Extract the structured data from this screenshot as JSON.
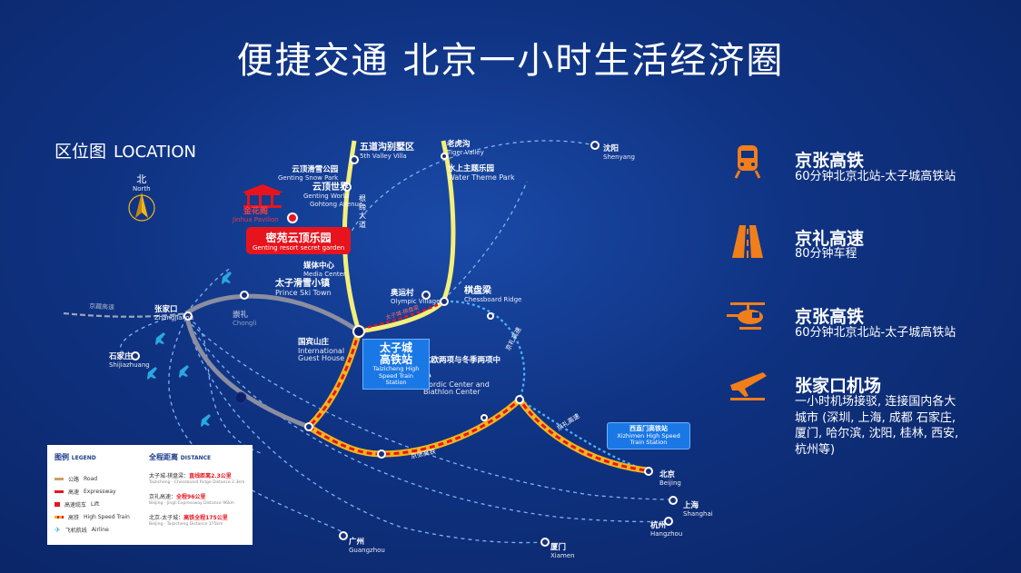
{
  "title": "便捷交通  北京一小时生活经济圈",
  "location_header": {
    "cn": "区位图",
    "en": "LOCATION"
  },
  "compass": {
    "cn": "北",
    "en": "North"
  },
  "places": {
    "wudaogou": {
      "cn": "五道沟别墅区",
      "en": "5th Valley Villa"
    },
    "laohugou": {
      "cn": "老虎沟",
      "en": "Tiger Valley"
    },
    "shuishang": {
      "cn": "水上主题乐园",
      "en": "Water Theme Park"
    },
    "shenyang": {
      "cn": "沈阳",
      "en": "Shenyang"
    },
    "snowpark": {
      "cn": "云顶滑雪公园",
      "en": "Genting Snow Park"
    },
    "gentingworld": {
      "cn": "云顶世界",
      "en": "Genting World"
    },
    "avenue": {
      "cn": "根缔大道",
      "en": "Gohtong Avenue"
    },
    "jinhua": {
      "cn": "金花阁",
      "en": "Jinhua Pavilion"
    },
    "media": {
      "cn": "媒体中心",
      "en": "Media Center"
    },
    "prince": {
      "cn": "太子滑雪小镇",
      "en": "Prince Ski Town"
    },
    "olympic": {
      "cn": "奥运村",
      "en": "Olympic Village"
    },
    "qipanliang": {
      "cn": "棋盘梁",
      "en": "Chessboard Ridge"
    },
    "zhangjiakou": {
      "cn": "张家口",
      "en": "Zhangjiakou"
    },
    "chongli": {
      "cn": "崇礼",
      "en": "Chongli"
    },
    "guobin": {
      "cn": "国宾山庄",
      "en": "International Guest House"
    },
    "shijiazhuang": {
      "cn": "石家庄",
      "en": "Shijiazhuang"
    },
    "nordic": {
      "cn": "北欧两项与冬季两项中心",
      "en": "Nordic Center and Biathlon Center"
    },
    "beijing": {
      "cn": "北京",
      "en": "Beijing"
    },
    "shanghai": {
      "cn": "上海",
      "en": "Shanghai"
    },
    "hangzhou": {
      "cn": "杭州",
      "en": "Hangzhou"
    },
    "guangzhou": {
      "cn": "广州",
      "en": "Guangzhou"
    },
    "xiamen": {
      "cn": "厦门",
      "en": "Xiamen"
    }
  },
  "highway_label": "京藏高速",
  "road_labels": {
    "jingzhang": "京张高铁",
    "jingli": "京礼高速",
    "link": "太子城-棋盘梁"
  },
  "red_tag": {
    "cn": "密苑云顶乐园",
    "en": "Genting resort secret garden"
  },
  "station_tag": {
    "cn1": "太子城",
    "cn2": "高铁站",
    "en": "Taizicheng High Speed Train Station"
  },
  "xizhimen_tag": {
    "cn": "西直门高铁站",
    "en": "Xizhimen High Speed Train Station"
  },
  "legend": {
    "title_cn": "图例",
    "title_en": "LEGEND",
    "dist_cn": "全程距离",
    "dist_en": "DISTANCE",
    "items": [
      {
        "cn": "公路",
        "en": "Road",
        "color": "#c8a067"
      },
      {
        "cn": "高速",
        "en": "Expressway",
        "color": "#e8141d"
      },
      {
        "cn": "高速缆车",
        "en": "Lift",
        "color": "#e8141d"
      },
      {
        "cn": "高铁",
        "en": "High Speed Train",
        "color": "#f2b51d"
      },
      {
        "cn": "飞机航线",
        "en": "Airline",
        "color": "#29a8e0"
      }
    ],
    "distances": [
      {
        "cn": "太子城-棋盘梁：",
        "v": "直线距离2.3公里",
        "en": "Taizicheng - Chessboard Ridge  Distance 2.3km"
      },
      {
        "cn": "京礼高速：",
        "v": "全程96公里",
        "en": "Beijing - Jingli Expressway  Distance 96km"
      },
      {
        "cn": "北京-太子城：",
        "v": "高铁全程175公里",
        "en": "Beijing - Taizicheng  Distance 175km"
      }
    ]
  },
  "transport": [
    {
      "title": "京张高铁",
      "desc": "60分钟北京北站-太子城高铁站",
      "icon": "train-icon"
    },
    {
      "title": "京礼高速",
      "desc": "80分钟车程",
      "icon": "highway-icon"
    },
    {
      "title": "京张高铁",
      "desc": "60分钟北京北站-太子城高铁站",
      "icon": "helicopter-icon"
    },
    {
      "title": "张家口机场",
      "desc": "一小时机场接驳, 连接国内各大城市 (深圳, 上海, 成都 石家庄, 厦门, 哈尔滨, 沈阳, 桂林, 西安, 杭州等)",
      "icon": "plane-icon"
    }
  ],
  "colors": {
    "accent": "#f07e1b",
    "red": "#e8141d",
    "rail": "#f2b51d",
    "road_yellow": "#f4ef7a"
  }
}
